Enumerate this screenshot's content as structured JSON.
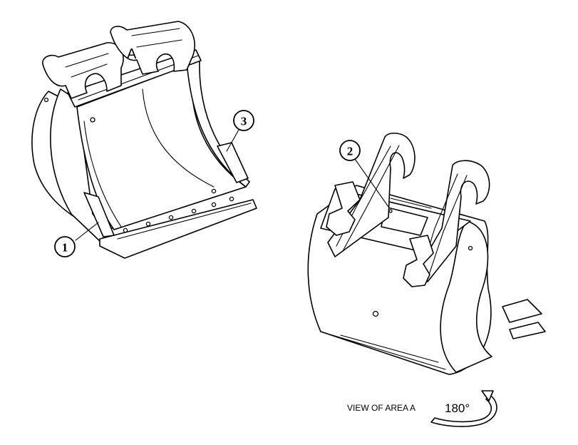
{
  "diagram": {
    "area_label": "A",
    "view_caption": "VIEW OF AREA A",
    "rotation_label": "180°",
    "callouts": [
      {
        "id": "1",
        "label": "1"
      },
      {
        "id": "2",
        "label": "2"
      },
      {
        "id": "3",
        "label": "3"
      }
    ]
  }
}
